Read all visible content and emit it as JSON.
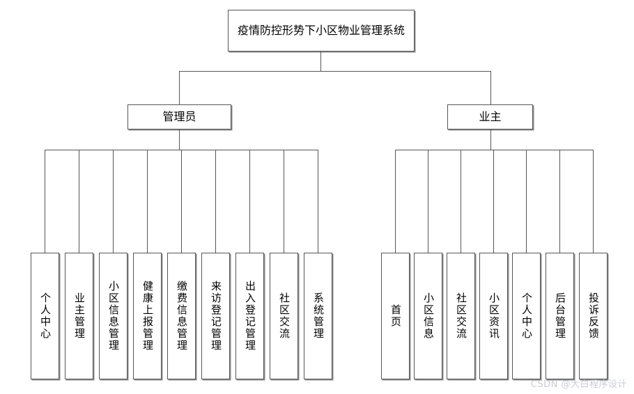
{
  "diagram": {
    "type": "tree",
    "root": {
      "label": "疫情防控形势下小区物业管理系统"
    },
    "branches": [
      {
        "id": "admin",
        "label": "管理员",
        "leaves": [
          {
            "label": "个人中心"
          },
          {
            "label": "业主管理"
          },
          {
            "label": "小区信息管理"
          },
          {
            "label": "健康上报管理"
          },
          {
            "label": "缴费信息管理"
          },
          {
            "label": "来访登记管理"
          },
          {
            "label": "出入登记管理"
          },
          {
            "label": "社区交流"
          },
          {
            "label": "系统管理"
          }
        ]
      },
      {
        "id": "owner",
        "label": "业主",
        "leaves": [
          {
            "label": "首页"
          },
          {
            "label": "小区信息"
          },
          {
            "label": "社区交流"
          },
          {
            "label": "小区资讯"
          },
          {
            "label": "个人中心"
          },
          {
            "label": "后台管理"
          },
          {
            "label": "投诉反馈"
          }
        ]
      }
    ]
  },
  "watermark": {
    "text": "CSDN @大白程序设计"
  },
  "colors": {
    "line": "#555555",
    "box_fill": "#ffffff",
    "box_shadow": "#8a8a8a",
    "background": "#ffffff",
    "watermark": "#c9ccd4"
  }
}
